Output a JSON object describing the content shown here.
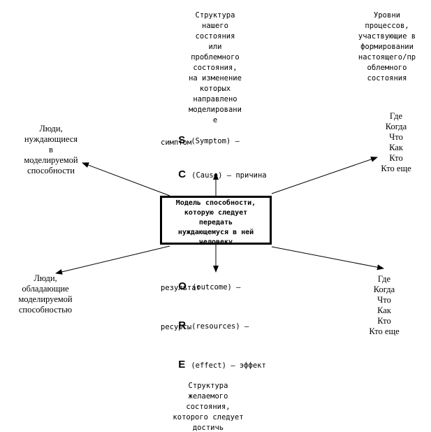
{
  "top_center_text": "Структура\nнашего\nсостояния\nили\nпроблемного\nсостояния,\nна изменение\nкоторых\nнаправлено\nмоделировани\nе",
  "top_right_text": "Уровни\nпроцессов,\nучаствующие в\nформировании\nнастоящего/пр\nоблемного\nсостояния",
  "left_upper_text": "Люди,\nнуждающиеся\nв\nмоделируемой\nспособности",
  "left_lower_text": "Люди,\nобладающие\nмоделируемой\nспособностью",
  "right_upper_list": "Где\nКогда\nЧто\nКак\nКто\nКто еще",
  "right_lower_list": "Где\nКогда\nЧто\nКак\nКто\nКто еще",
  "central_box_text": "Модель способности,\nкоторую следует\nпередать\nнуждающемуся в ней\nчеловеку",
  "bottom_center_text": "Структура\nжелаемого\nсостояния,\nкоторого следует\nдостичь",
  "score_items": [
    {
      "letter": "S",
      "term": "(Symptom) –",
      "translation": "симптом"
    },
    {
      "letter": "C",
      "term": "(Cause) – причина",
      "translation": ""
    },
    {
      "letter": "O",
      "term": "(outcome) –",
      "translation": "результат"
    },
    {
      "letter": "R",
      "term": "(resources) –",
      "translation": "ресурсы"
    },
    {
      "letter": "E",
      "term": "(effect) – эффект",
      "translation": ""
    }
  ]
}
